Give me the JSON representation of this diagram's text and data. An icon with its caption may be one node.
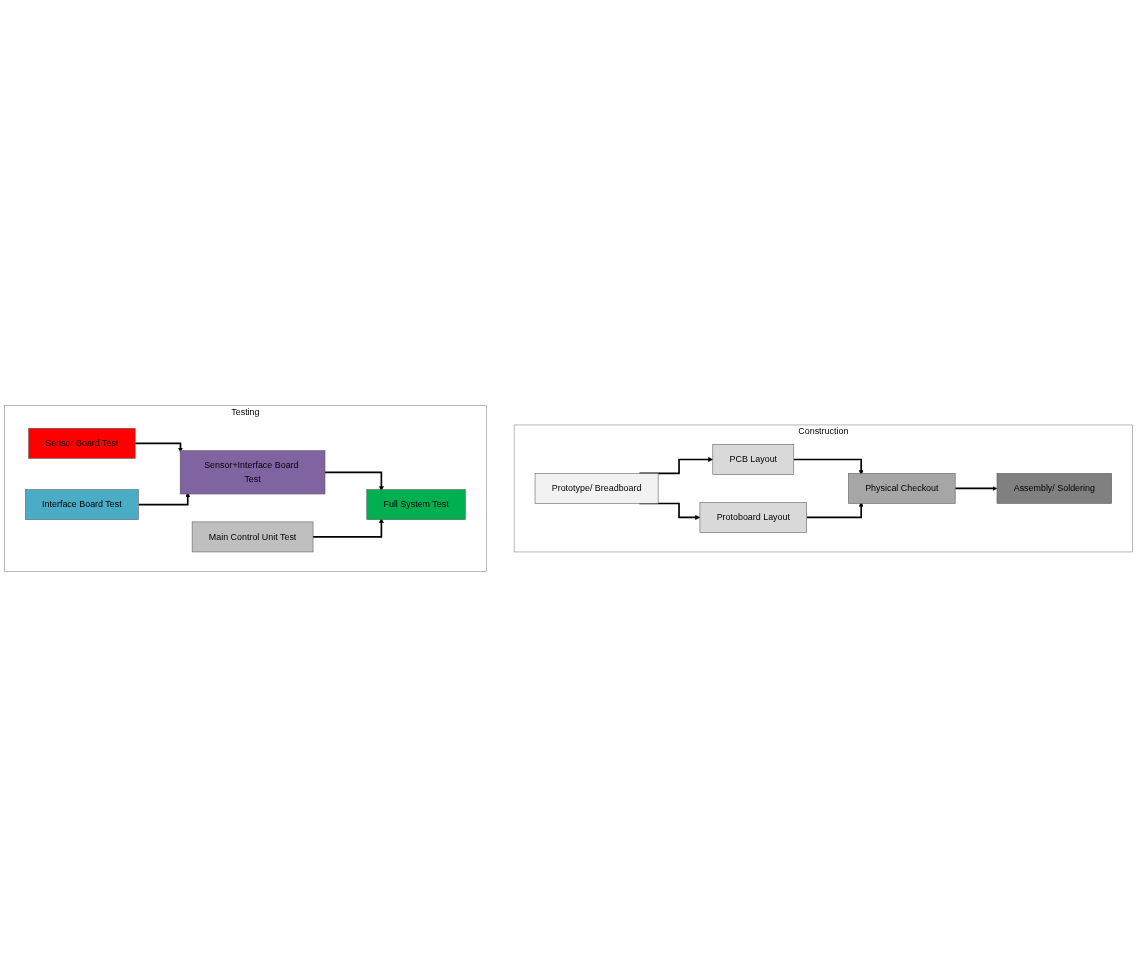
{
  "diagram": {
    "nodes": [
      {
        "text": [
          "Construction"
        ]
      },
      {
        "text": [
          "Prototype/ Breadboard"
        ],
        "in": 0
      },
      {
        "text": [
          "PCB Layout"
        ],
        "in": 0
      },
      {
        "text": [
          "Protoboard Layout"
        ],
        "in": 0
      },
      {
        "text": [
          "Physical Checkout"
        ],
        "in": 0
      },
      {
        "text": [
          "Assembly/ Soldering"
        ],
        "in": 0
      },
      {
        "text": [
          "Testing"
        ]
      },
      {
        "text": [
          "Sensor Board Test"
        ],
        "in": 6
      },
      {
        "text": [
          "Interface Board Test"
        ],
        "in": 6
      },
      {
        "text": [
          "Main Control Unit Test"
        ],
        "in": 6
      },
      {
        "text": [
          "Sensor+Interface Board Test"
        ],
        "in": 6
      },
      {
        "text": [
          "Full System Test"
        ],
        "in": 6
      }
    ],
    "edges": [
      {
        "from": 1,
        "to": 2,
        "arrow": "to"
      },
      {
        "from": 1,
        "to": 3,
        "arrow": "to"
      },
      {
        "from": 2,
        "to": 4,
        "arrow": "to"
      },
      {
        "from": 3,
        "to": 4,
        "arrow": "to"
      },
      {
        "from": 4,
        "to": 5,
        "arrow": "to"
      },
      {
        "from": 7,
        "to": 10,
        "arrow": "to"
      },
      {
        "from": 8,
        "to": 10,
        "arrow": "to"
      },
      {
        "from": 10,
        "to": 11,
        "arrow": "to"
      },
      {
        "from": 9,
        "to": 11,
        "arrow": "to"
      }
    ]
  }
}
